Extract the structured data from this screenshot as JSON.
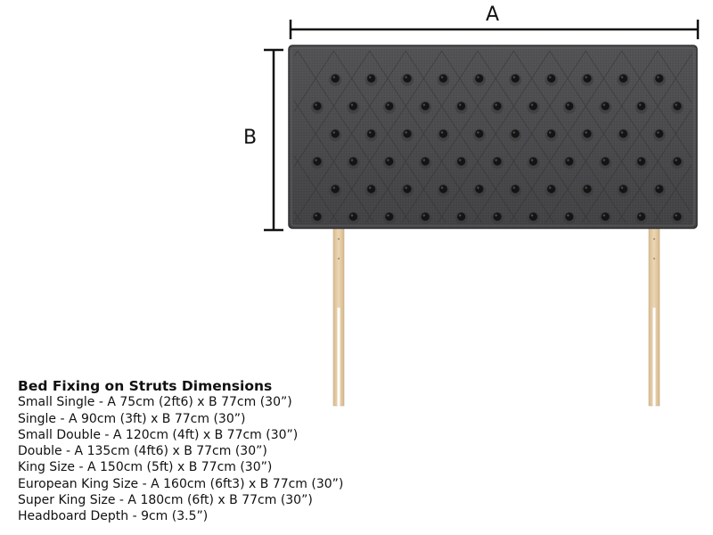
{
  "diagram": {
    "dimension_a_label": "A",
    "dimension_b_label": "B",
    "fabric_color": "#4a4a4c",
    "button_color": "#141414",
    "strut_color": "#e6cda8",
    "tufting": "deep-buttoned diamond pattern",
    "button_rows": 6
  },
  "specs": {
    "title": "Bed Fixing on Struts Dimensions",
    "lines": [
      "Small Single - A 75cm (2ft6) x B 77cm (30”)",
      "Single - A 90cm (3ft) x B 77cm (30”)",
      "Small Double - A 120cm (4ft) x B 77cm (30”)",
      "Double - A 135cm (4ft6) x B 77cm (30”)",
      "King Size - A 150cm (5ft) x B 77cm (30”)",
      "European King Size - A 160cm (6ft3) x B 77cm (30”)",
      "Super King Size - A 180cm (6ft) x B 77cm (30”)",
      "Headboard Depth - 9cm (3.5”)"
    ]
  }
}
